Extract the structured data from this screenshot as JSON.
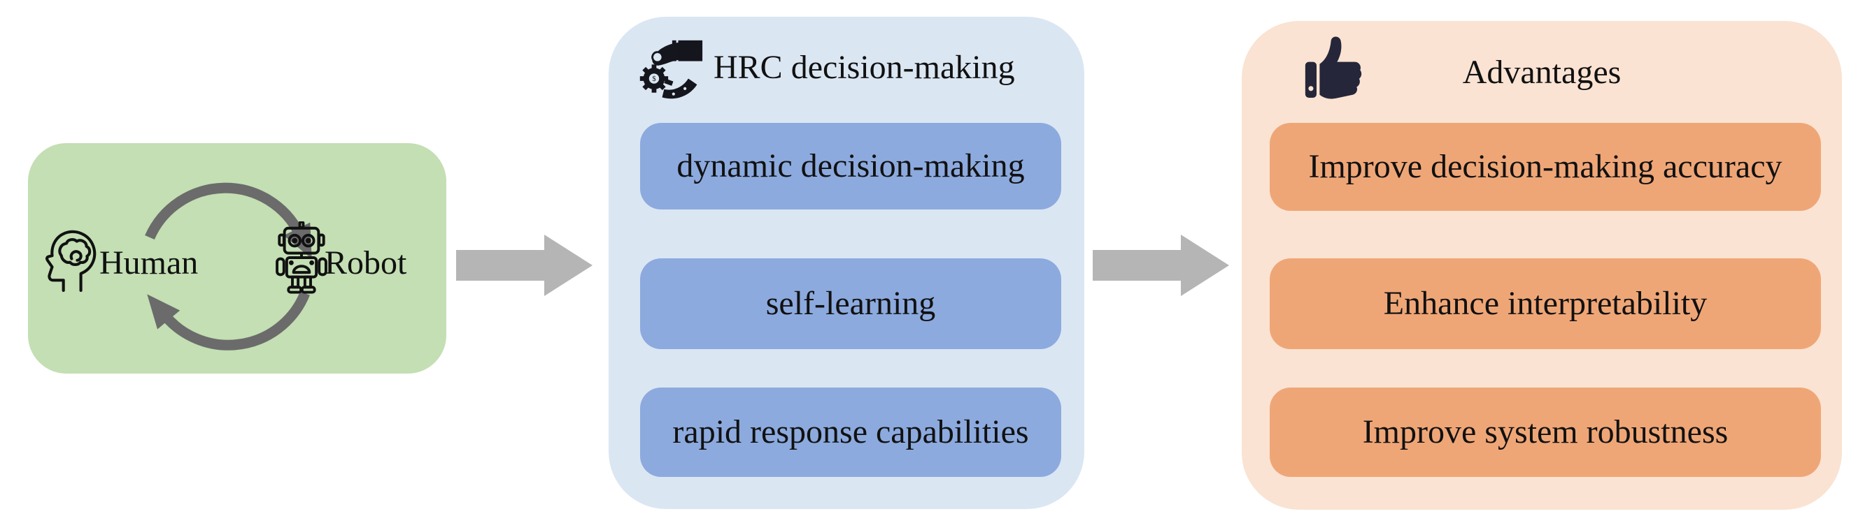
{
  "figure": {
    "left_panel": {
      "human_label": "Human",
      "robot_label": "Robot"
    },
    "middle_panel": {
      "title": "HRC decision-making",
      "items": [
        "dynamic decision-making",
        "self-learning",
        "rapid response capabilities"
      ]
    },
    "right_panel": {
      "title": "Advantages",
      "items": [
        "Improve decision-making accuracy",
        "Enhance interpretability",
        "Improve system robustness"
      ]
    }
  },
  "icons": {
    "left_panel_human": "human-head-brain-icon",
    "left_panel_robot": "robot-icon",
    "left_panel_cycle": "cycle-arrows-icon",
    "between_panels": "right-arrow-icon",
    "middle_title": "human-robot-handshake-gear-icon",
    "right_title": "thumbs-up-icon"
  },
  "colors": {
    "left_panel_bg": "#c3dfb3",
    "middle_panel_bg": "#dbe6f3",
    "middle_item_bg": "#8caade",
    "right_panel_bg": "#fae3d2",
    "right_item_bg": "#efa677",
    "flow_arrow": "#b5b5b5",
    "cycle_arrow": "#6b6b6b",
    "thumbs_up_icon": "#26263a",
    "text": "#111111"
  }
}
